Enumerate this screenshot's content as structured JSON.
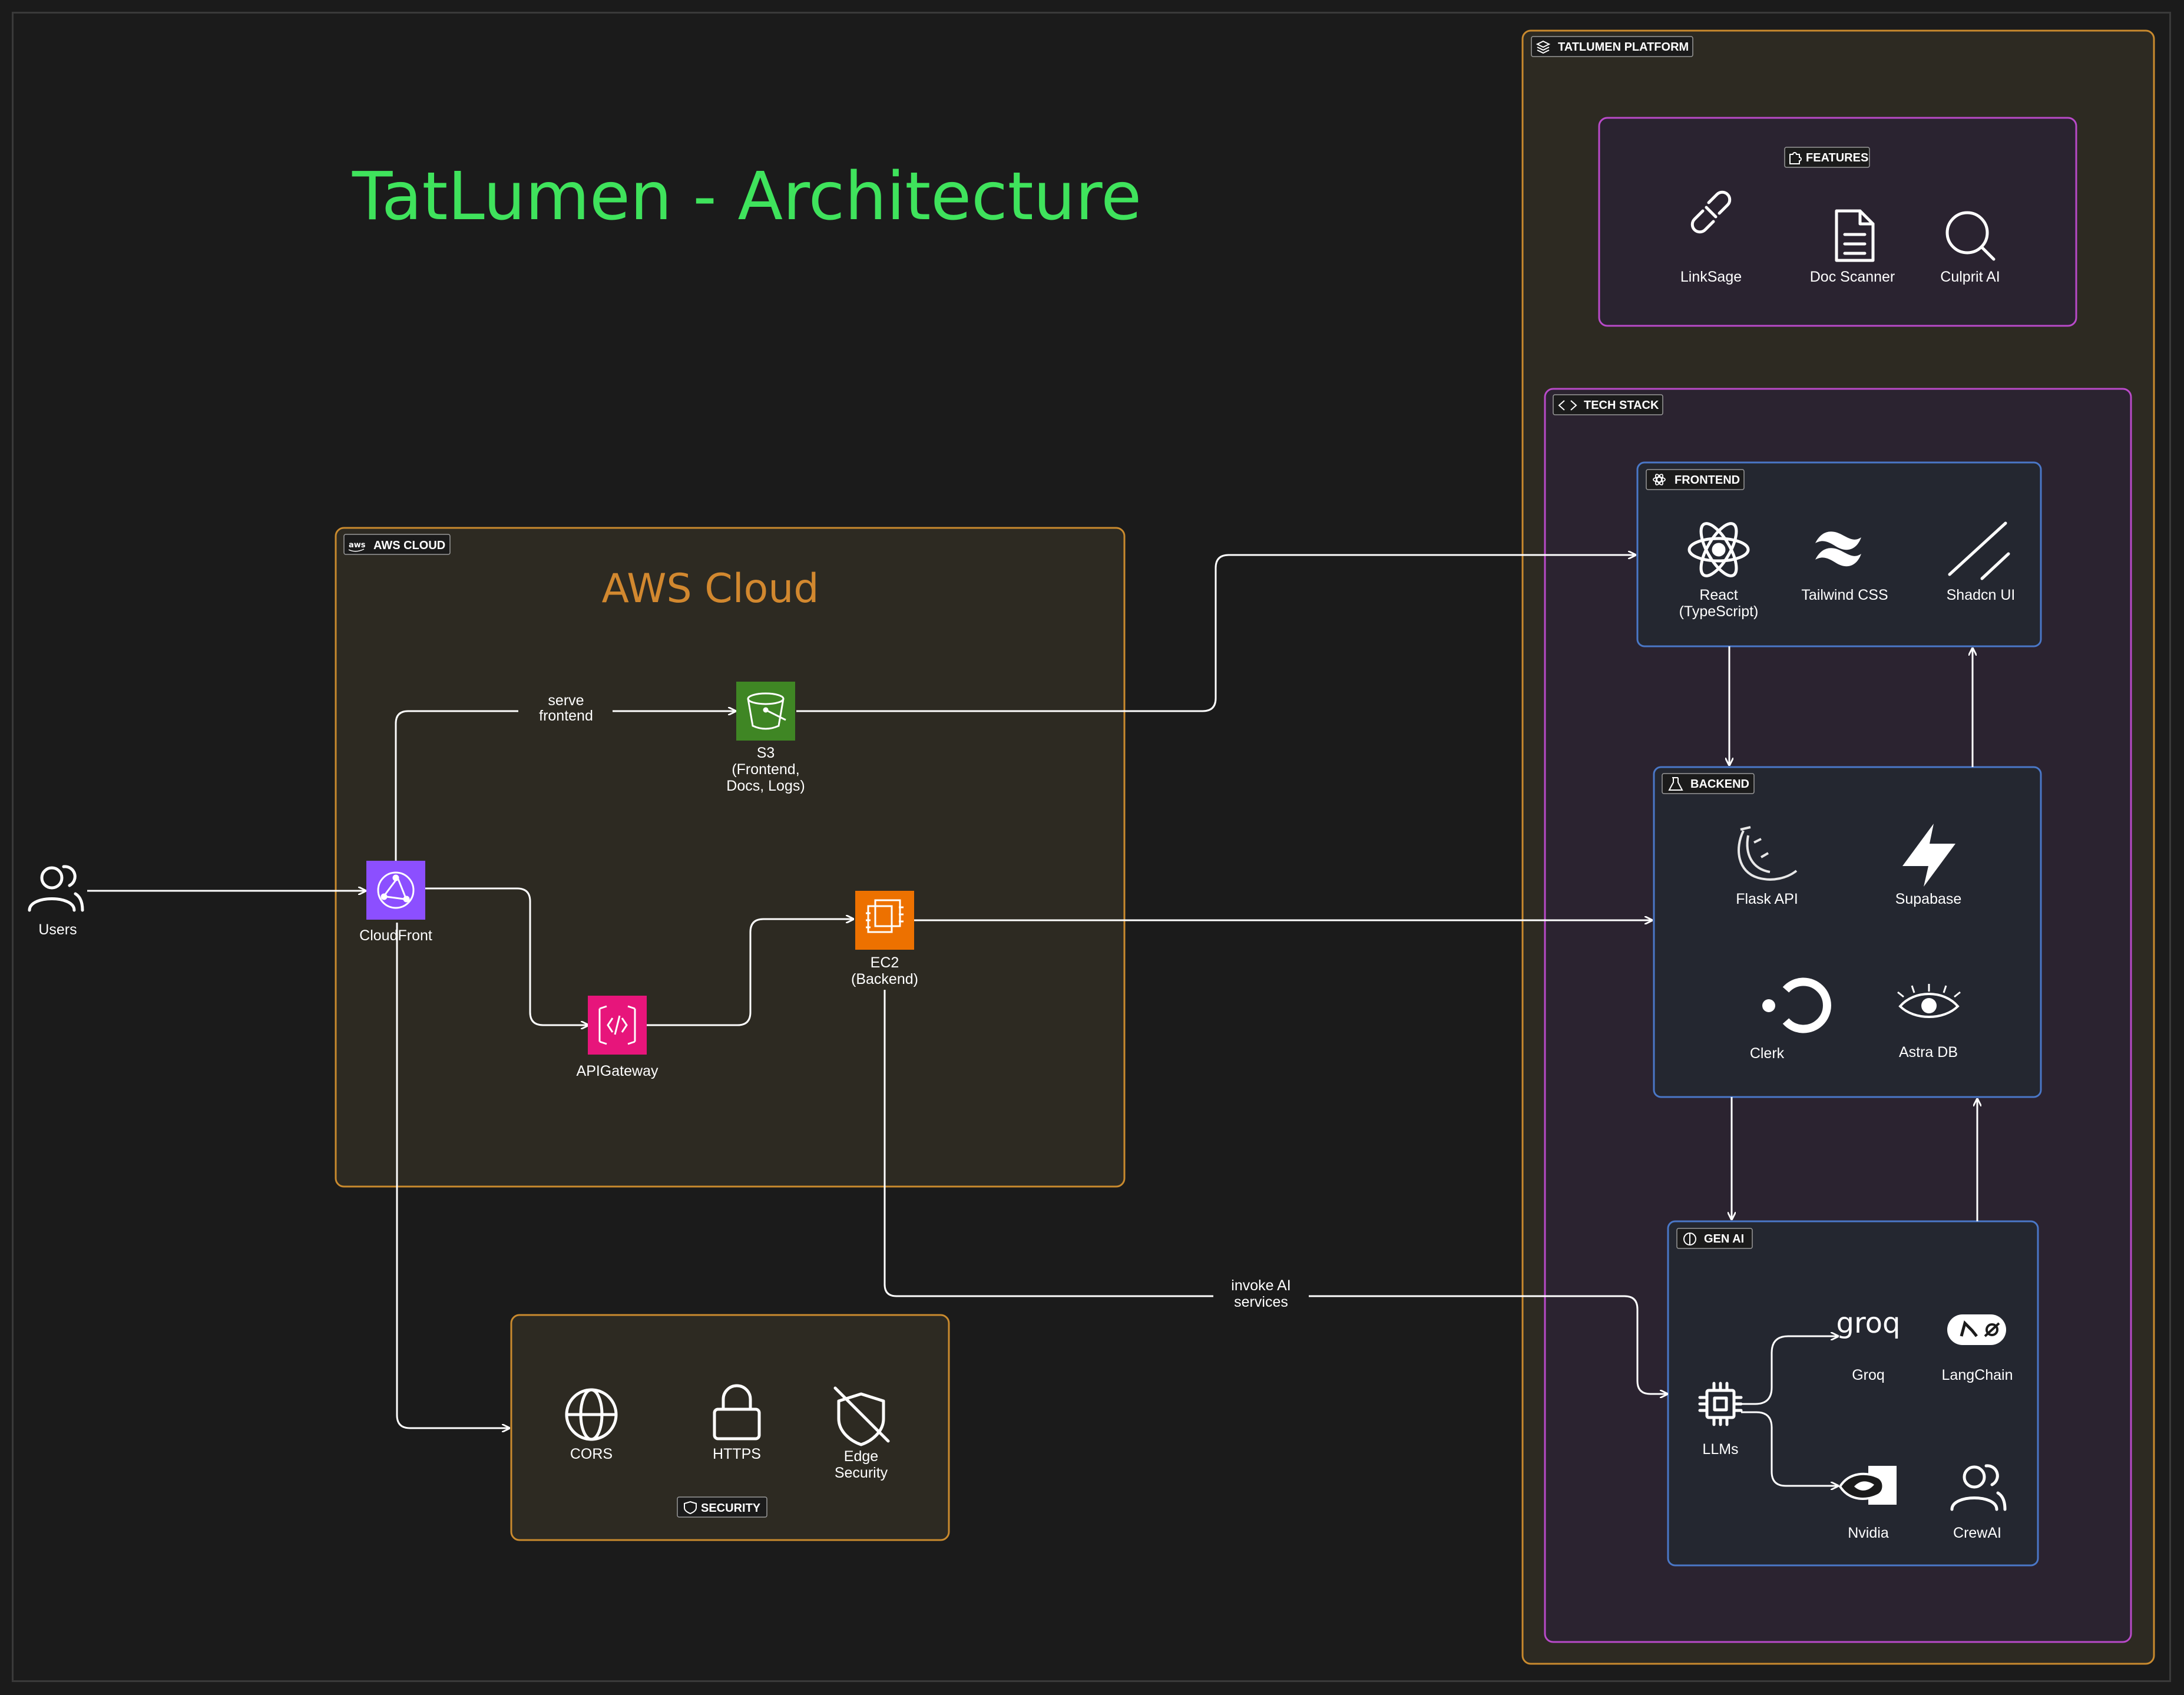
{
  "title": "TatLumen - Architecture",
  "colors": {
    "background": "#1b1b1b",
    "title": "#3fe35c",
    "aws_border": "#c98a2e",
    "aws_title": "#d2882f",
    "platform_border": "#c98a2e",
    "features_border": "#b94ac9",
    "techstack_border": "#b94ac9",
    "tier_border": "#4a77c7"
  },
  "users": {
    "label": "Users",
    "icon": "users-icon"
  },
  "aws": {
    "tag": "AWS CLOUD",
    "title": "AWS Cloud",
    "cloudfront": "CloudFront",
    "s3": [
      "S3",
      "(Frontend,",
      "Docs, Logs)"
    ],
    "apigateway": "APIGateway",
    "ec2": [
      "EC2",
      "(Backend)"
    ],
    "serve_frontend": [
      "serve",
      "frontend"
    ]
  },
  "security": {
    "tag": "SECURITY",
    "items": [
      "CORS",
      "HTTPS",
      "Edge",
      "Security"
    ]
  },
  "invoke_ai": [
    "invoke AI",
    "services"
  ],
  "platform": {
    "tag": "TATLUMEN PLATFORM",
    "features": {
      "tag": "FEATURES",
      "items": [
        "LinkSage",
        "Doc Scanner",
        "Culprit AI"
      ]
    },
    "tech_stack": {
      "tag": "TECH STACK",
      "frontend": {
        "tag": "FRONTEND",
        "react": [
          "React",
          "(TypeScript)"
        ],
        "tailwind": "Tailwind CSS",
        "shadcn": "Shadcn UI"
      },
      "backend": {
        "tag": "BACKEND",
        "items": [
          "Flask API",
          "Supabase",
          "Clerk",
          "Astra DB"
        ]
      },
      "genai": {
        "tag": "GEN AI",
        "llms": "LLMs",
        "items": [
          "Groq",
          "LangChain",
          "Nvidia",
          "CrewAI"
        ],
        "groq_logo": "groq"
      }
    }
  }
}
